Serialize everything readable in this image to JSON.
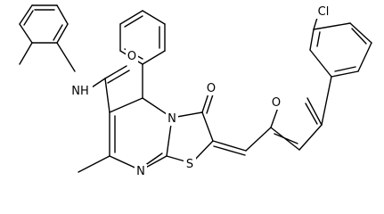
{
  "diagram": {
    "type": "chemical-structure",
    "atom_labels": {
      "cl": "Cl",
      "o_carbonyl_amide": "O",
      "nh": "NH",
      "o_carbonyl_ring": "O",
      "o_furan": "O",
      "n_ring": "N",
      "n_imine": "N",
      "s_ring": "S"
    },
    "colors": {
      "bond": "#000000",
      "label": "#000000",
      "background": "#ffffff"
    }
  }
}
